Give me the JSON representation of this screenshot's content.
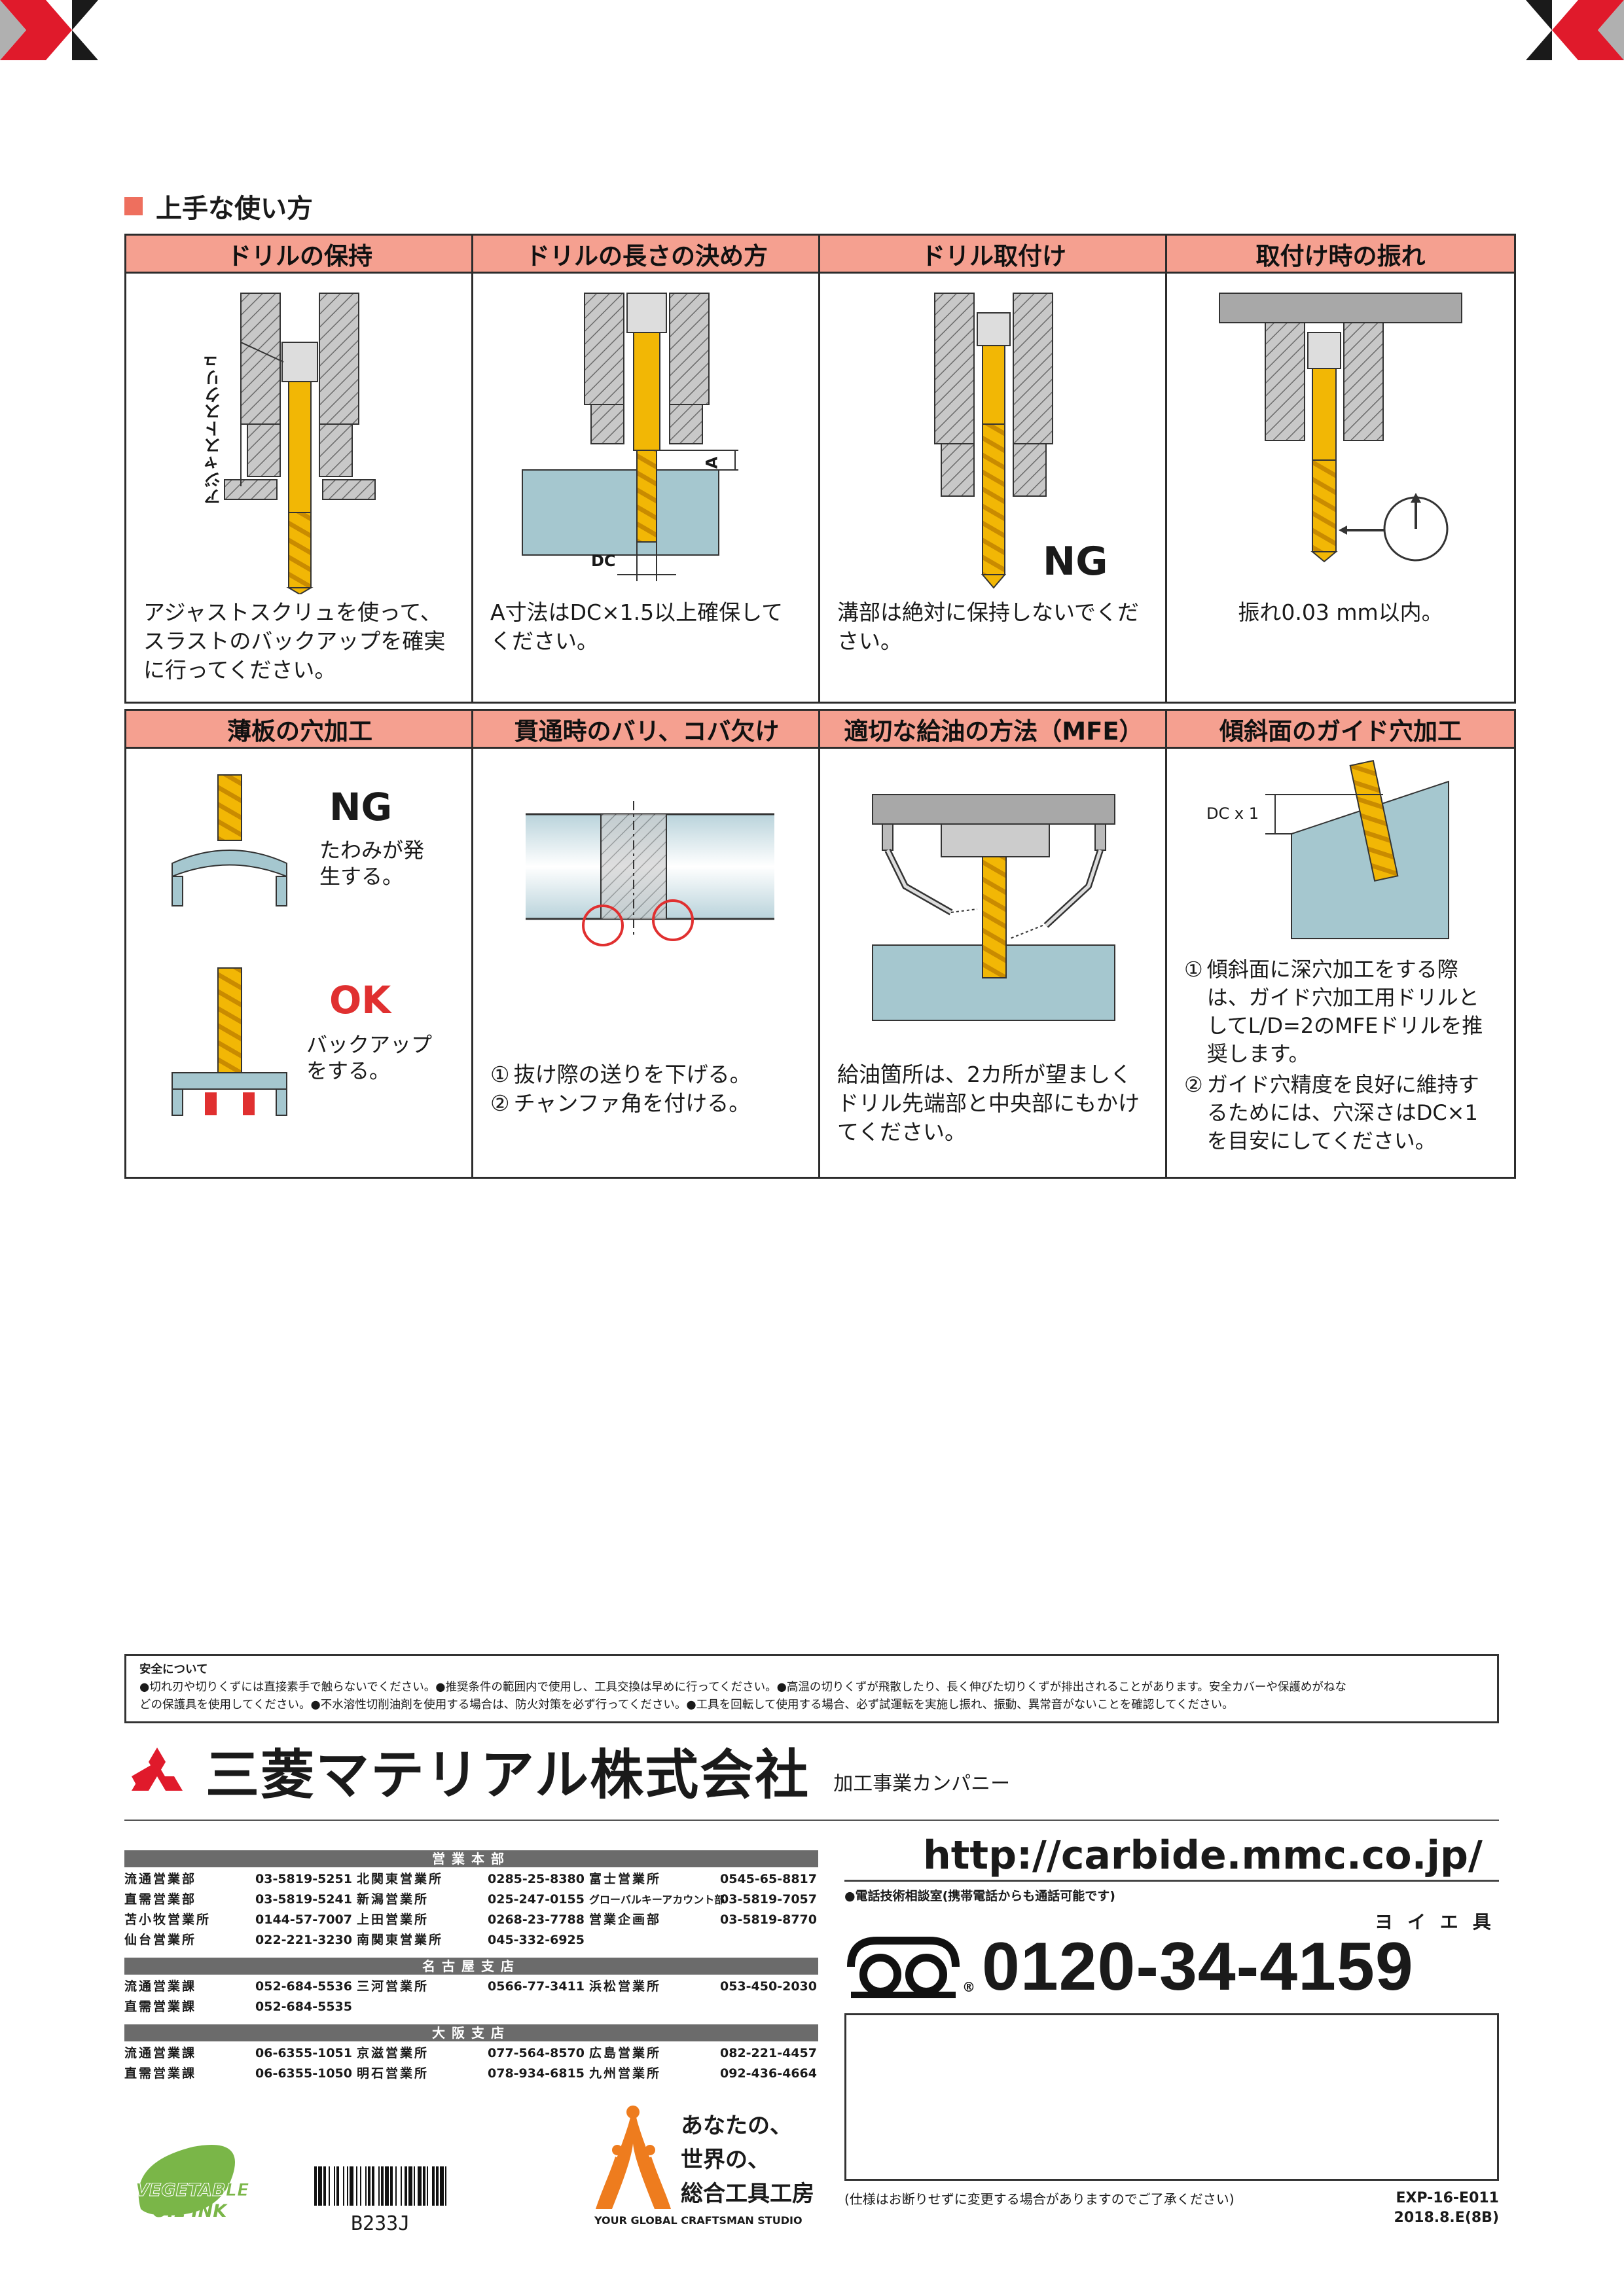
{
  "section_title": "上手な使い方",
  "panels": [
    {
      "title": "ドリルの保持",
      "caption": "アジャストスクリュを使って、スラストのバックアップを確実に行ってください。",
      "fig_label": "アジャストスクリュ"
    },
    {
      "title": "ドリルの長さの決め方",
      "caption": "A寸法はDC×1.5以上確保してください。",
      "fig_a": "A",
      "fig_dc": "DC"
    },
    {
      "title": "ドリル取付け",
      "caption": "溝部は絶対に保持しないでください。",
      "fig_ng": "NG"
    },
    {
      "title": "取付け時の振れ",
      "caption": "振れ0.03 mm以内。"
    },
    {
      "title": "薄板の穴加工",
      "ng": "NG",
      "ng_text": "たわみが発生する。",
      "ok": "OK",
      "ok_text": "バックアップをする。"
    },
    {
      "title": "貫通時のバリ、コバ欠け",
      "items": [
        {
          "num": "①",
          "text": "抜け際の送りを下げる。"
        },
        {
          "num": "②",
          "text": "チャンファ角を付ける。"
        }
      ]
    },
    {
      "title": "適切な給油の方法（MFE）",
      "caption": "給油箇所は、2カ所が望ましくドリル先端部と中央部にもかけてください。"
    },
    {
      "title": "傾斜面のガイド穴加工",
      "fig_label": "DC x 1",
      "items": [
        {
          "num": "①",
          "text": "傾斜面に深穴加工をする際は、ガイド穴加工用ドリルとしてL/D=2のMFEドリルを推奨します。"
        },
        {
          "num": "②",
          "text": "ガイド穴精度を良好に維持するためには、穴深さはDC×1を目安にしてください。"
        }
      ]
    }
  ],
  "safety": {
    "title": "安全について",
    "line1": "●切れ刃や切りくずには直接素手で触らないでください。●推奨条件の範囲内で使用し、工具交換は早めに行ってください。●高温の切りくずが飛散したり、長く伸びた切りくずが排出されることがあります。安全カバーや保護めがねな",
    "line2": "どの保護具を使用してください。●不水溶性切削油剤を使用する場合は、防火対策を必ず行ってください。●工具を回転して使用する場合、必ず試運転を実施し振れ、振動、異常音がないことを確認してください。"
  },
  "company": {
    "name": "三菱マテリアル株式会社",
    "division": "加工事業カンパニー"
  },
  "offices": [
    {
      "region": "営業本部",
      "rows": [
        [
          {
            "name": "流通営業部",
            "tel": "03-5819-5251"
          },
          {
            "name": "北関東営業所",
            "tel": "0285-25-8380"
          },
          {
            "name": "富士営業所",
            "tel": "0545-65-8817"
          }
        ],
        [
          {
            "name": "直需営業部",
            "tel": "03-5819-5241"
          },
          {
            "name": "新潟営業所",
            "tel": "025-247-0155"
          },
          {
            "name": "グローバルキーアカウント部",
            "tel": "03-5819-7057"
          }
        ],
        [
          {
            "name": "苫小牧営業所",
            "tel": "0144-57-7007"
          },
          {
            "name": "上田営業所",
            "tel": "0268-23-7788"
          },
          {
            "name": "営業企画部",
            "tel": "03-5819-8770"
          }
        ],
        [
          {
            "name": "仙台営業所",
            "tel": "022-221-3230"
          },
          {
            "name": "南関東営業所",
            "tel": "045-332-6925"
          },
          null
        ]
      ]
    },
    {
      "region": "名古屋支店",
      "rows": [
        [
          {
            "name": "流通営業課",
            "tel": "052-684-5536"
          },
          {
            "name": "三河営業所",
            "tel": "0566-77-3411"
          },
          {
            "name": "浜松営業所",
            "tel": "053-450-2030"
          }
        ],
        [
          {
            "name": "直需営業課",
            "tel": "052-684-5535"
          },
          null,
          null
        ]
      ]
    },
    {
      "region": "大阪支店",
      "rows": [
        [
          {
            "name": "流通営業課",
            "tel": "06-6355-1051"
          },
          {
            "name": "京滋営業所",
            "tel": "077-564-8570"
          },
          {
            "name": "広島営業所",
            "tel": "082-221-4457"
          }
        ],
        [
          {
            "name": "直需営業課",
            "tel": "06-6355-1050"
          },
          {
            "name": "明石営業所",
            "tel": "078-934-6815"
          },
          {
            "name": "九州営業所",
            "tel": "092-436-4664"
          }
        ]
      ]
    }
  ],
  "contact": {
    "url": "http://carbide.mmc.co.jp/",
    "tel_note": "●電話技術相談室(携帯電話からも通話可能です)",
    "yoi": "ヨイエ具",
    "tel": "0120-34-4159"
  },
  "footer": {
    "spec_note": "(仕様はお断りせずに変更する場合がありますのでご了承ください)",
    "doc_code": "EXP-16-E011",
    "doc_date": "2018.8.E(8B)",
    "barcode": "B233J",
    "veg_line1": "VEGETABLE",
    "veg_line2": "OIL INK",
    "craft_jp_1": "あなたの、",
    "craft_jp_2": "世界の、",
    "craft_jp_3": "総合工具工房",
    "craft_en": "YOUR GLOBAL CRAFTSMAN STUDIO"
  },
  "colors": {
    "accent": "#ee6f5e",
    "header": "#f5a090",
    "drill": "#f2b705",
    "steel": "#a5c7cf",
    "ng_ok_red": "#e03030"
  }
}
